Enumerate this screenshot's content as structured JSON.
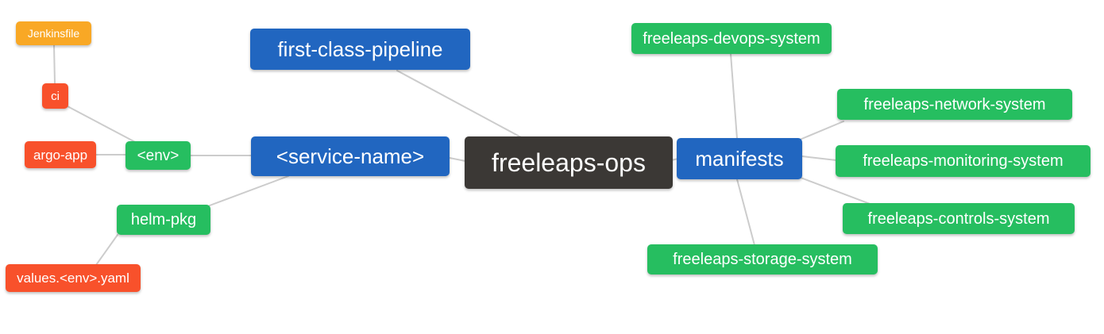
{
  "colors": {
    "orange": "#F9A825",
    "red": "#F8512B",
    "green": "#26BE60",
    "blue": "#2166C0",
    "dark": "#3B3835",
    "edge": "#CCCCCC",
    "background": "#FFFFFF",
    "text": "#FFFFFF"
  },
  "nodes": {
    "jenkinsfile": {
      "label": "Jenkinsfile",
      "color": "orange"
    },
    "ci": {
      "label": "ci",
      "color": "red"
    },
    "argo_app": {
      "label": "argo-app",
      "color": "red"
    },
    "env": {
      "label": "<env>",
      "color": "green"
    },
    "service_name": {
      "label": "<service-name>",
      "color": "blue"
    },
    "first_class_pipeline": {
      "label": "first-class-pipeline",
      "color": "blue"
    },
    "freeleaps_ops": {
      "label": "freeleaps-ops",
      "color": "dark"
    },
    "manifests": {
      "label": "manifests",
      "color": "blue"
    },
    "devops_system": {
      "label": "freeleaps-devops-system",
      "color": "green"
    },
    "network_system": {
      "label": "freeleaps-network-system",
      "color": "green"
    },
    "monitoring_system": {
      "label": "freeleaps-monitoring-system",
      "color": "green"
    },
    "controls_system": {
      "label": "freeleaps-controls-system",
      "color": "green"
    },
    "storage_system": {
      "label": "freeleaps-storage-system",
      "color": "green"
    },
    "helm_pkg": {
      "label": "helm-pkg",
      "color": "green"
    },
    "values_yaml": {
      "label": "values.<env>.yaml",
      "color": "red"
    }
  },
  "edges": [
    {
      "from": "jenkinsfile",
      "to": "ci"
    },
    {
      "from": "ci",
      "to": "env"
    },
    {
      "from": "argo_app",
      "to": "env"
    },
    {
      "from": "env",
      "to": "service_name"
    },
    {
      "from": "service_name",
      "to": "freeleaps_ops"
    },
    {
      "from": "first_class_pipeline",
      "to": "freeleaps_ops"
    },
    {
      "from": "freeleaps_ops",
      "to": "manifests"
    },
    {
      "from": "manifests",
      "to": "devops_system"
    },
    {
      "from": "manifests",
      "to": "network_system"
    },
    {
      "from": "manifests",
      "to": "monitoring_system"
    },
    {
      "from": "manifests",
      "to": "controls_system"
    },
    {
      "from": "manifests",
      "to": "storage_system"
    },
    {
      "from": "service_name",
      "to": "helm_pkg"
    },
    {
      "from": "helm_pkg",
      "to": "values_yaml"
    }
  ]
}
